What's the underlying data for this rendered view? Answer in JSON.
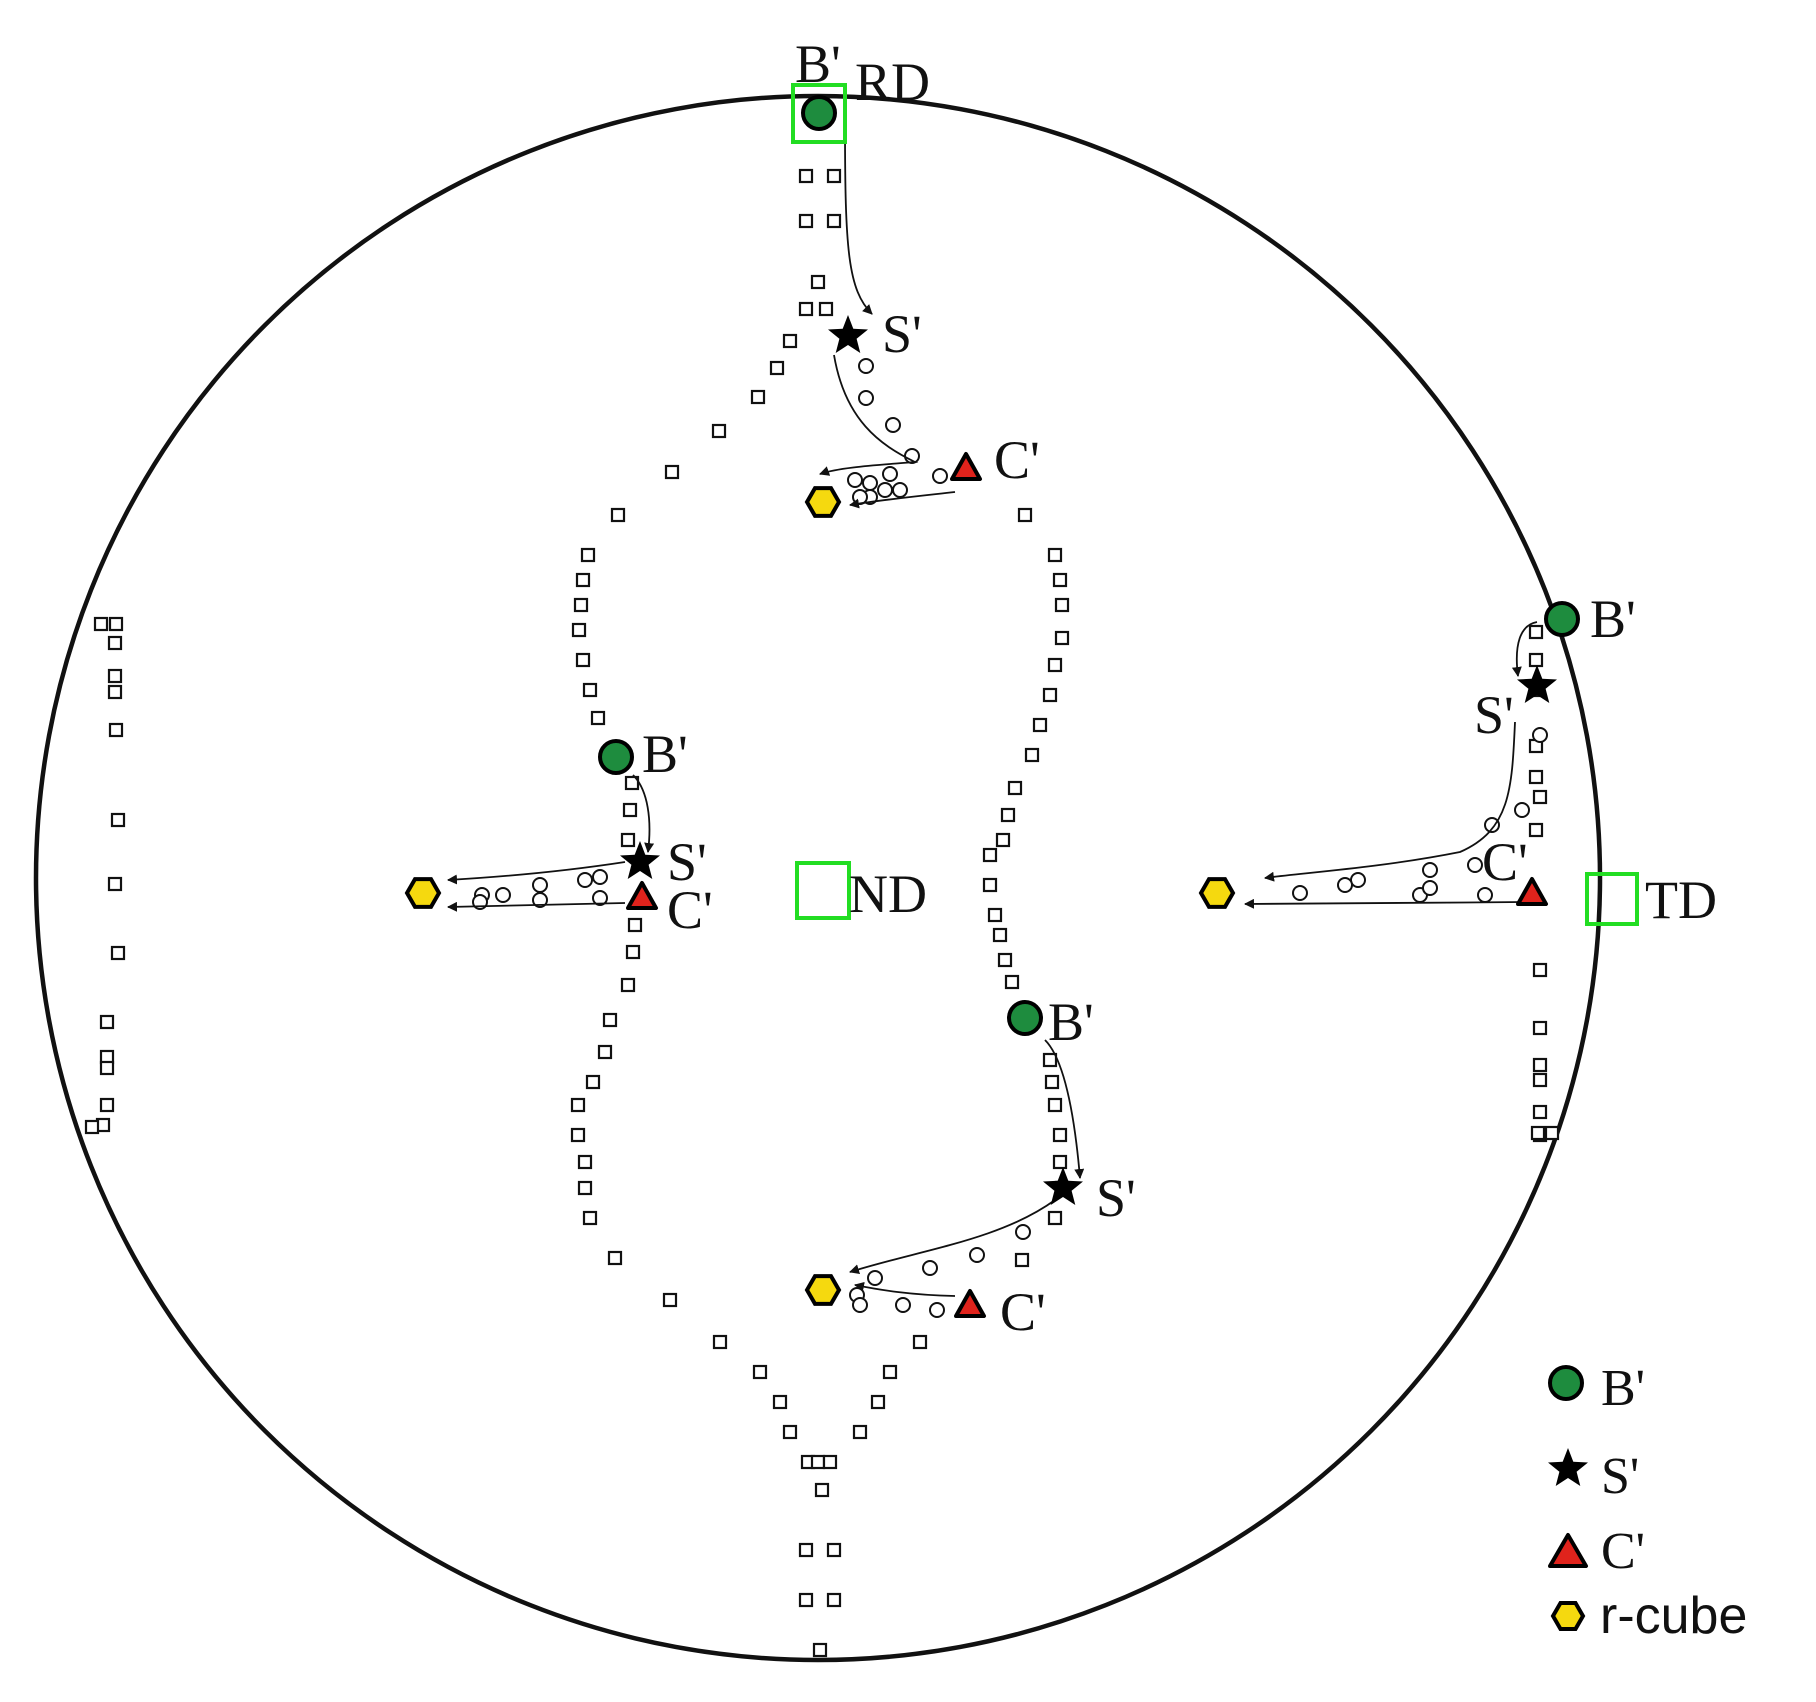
{
  "axes": {
    "rd": "RD",
    "td": "TD",
    "nd": "ND"
  },
  "point_labels": {
    "b": "B'",
    "s": "S'",
    "c": "C'"
  },
  "legend": [
    {
      "symbol": "green-circle",
      "label": "B'"
    },
    {
      "symbol": "black-star",
      "label": "S'"
    },
    {
      "symbol": "red-triangle",
      "label": "C'"
    },
    {
      "symbol": "yellow-hexagon",
      "label": "r-cube"
    }
  ],
  "colors": {
    "b_fill": "#1e8c3e",
    "s_fill": "#000000",
    "c_fill": "#e0231c",
    "r_fill": "#f5d90f",
    "marker_outline": "#000000",
    "highlight_box": "#22dd22",
    "circle_stroke": "#111111"
  }
}
